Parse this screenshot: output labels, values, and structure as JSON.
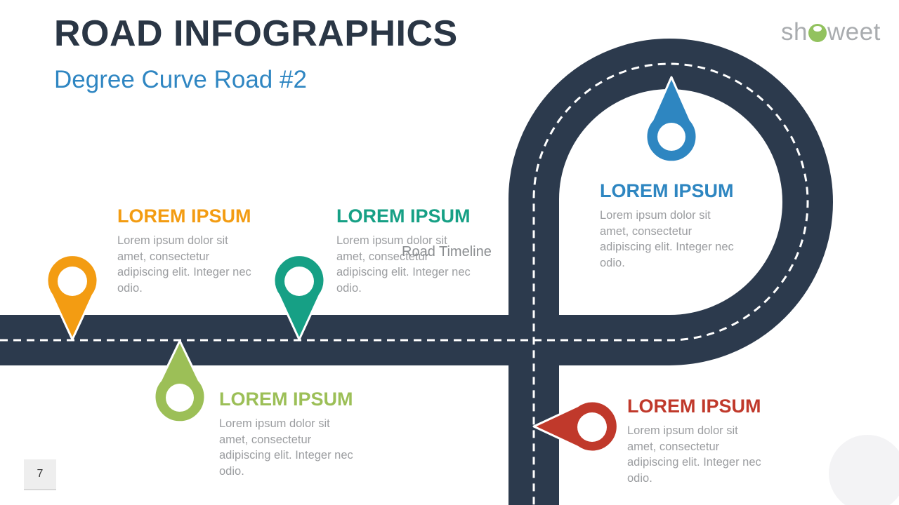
{
  "header": {
    "title": "ROAD INFOGRAPHICS",
    "subtitle": "Degree Curve Road #2"
  },
  "brand": {
    "logo_left": "sh",
    "logo_right": "weet"
  },
  "overlay_label": "Road Timeline",
  "milestones": [
    {
      "heading": "LOREM IPSUM",
      "text": "Lorem ipsum dolor sit amet, consectetur adipiscing elit. Integer nec odio.",
      "color": "#f39c12"
    },
    {
      "heading": "LOREM IPSUM",
      "text": "Lorem ipsum dolor sit amet, consectetur adipiscing elit. Integer nec odio.",
      "color": "#9cbf57"
    },
    {
      "heading": "LOREM IPSUM",
      "text": "Lorem ipsum dolor sit amet, consectetur adipiscing elit. Integer nec odio.",
      "color": "#16a085"
    },
    {
      "heading": "LOREM IPSUM",
      "text": "Lorem ipsum dolor sit amet, consectetur adipiscing elit. Integer nec odio.",
      "color": "#2e86c1"
    },
    {
      "heading": "LOREM IPSUM",
      "text": "Lorem ipsum dolor sit amet, consectetur adipiscing elit. Integer nec odio.",
      "color": "#c0392b"
    }
  ],
  "colors": {
    "road": "#2c3a4d",
    "title": "#2a3645",
    "subtitle": "#2f86c2"
  },
  "footer": {
    "page_number": "7"
  }
}
